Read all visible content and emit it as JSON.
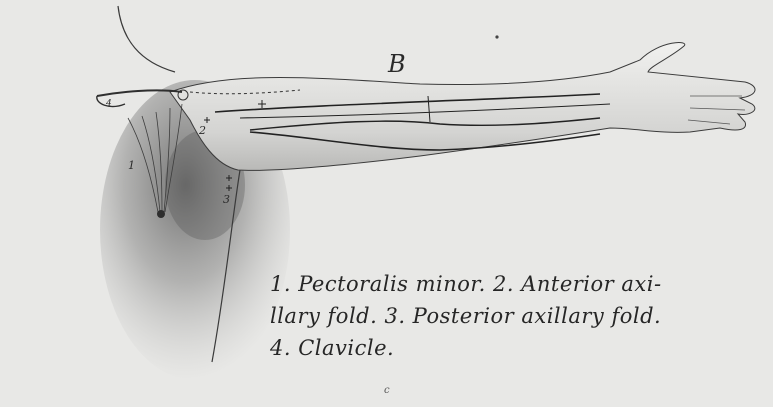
{
  "figure": {
    "letter": "B",
    "numerals": [
      "1",
      "2",
      "3",
      "4"
    ],
    "caption_lines": [
      "1. Pectoralis minor. 2. Anterior axi-",
      "llary fold. 3. Posterior axillary fold.",
      "4. Clavicle."
    ],
    "bottom_mark": "c"
  },
  "colors": {
    "paper": "#e8e8e6",
    "ink": "#2a2a2a",
    "shadow": "#6f6f6f"
  },
  "illustration": "anatomical engraving of an arm raised horizontally with nerve/vessel lines, showing axilla"
}
